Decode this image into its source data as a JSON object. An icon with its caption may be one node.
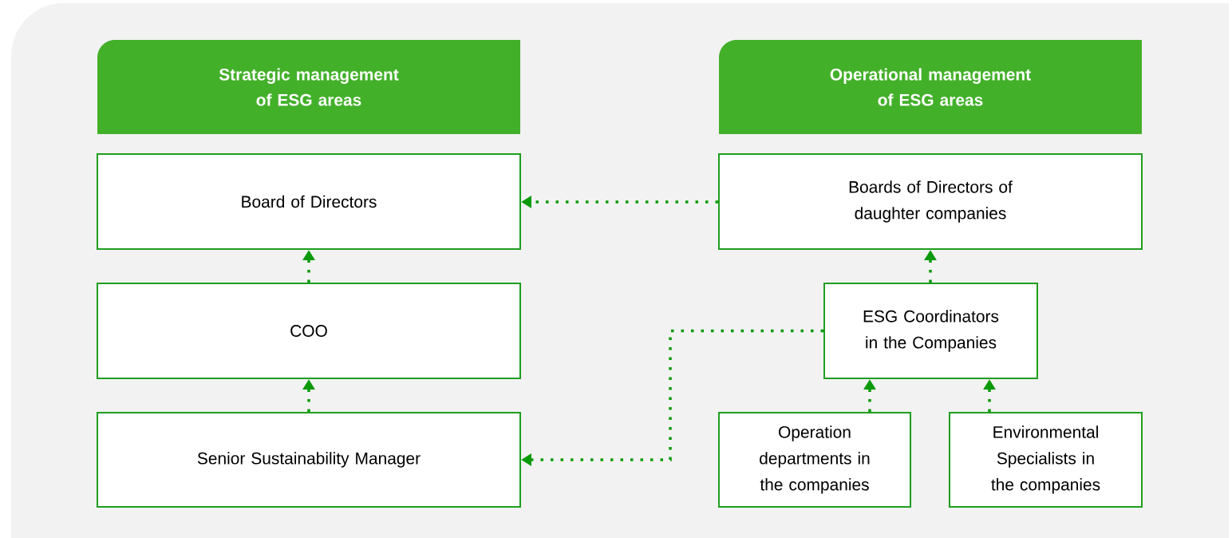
{
  "diagram": {
    "nodes": [
      {
        "text": [
          "Strategic management of ESG areas"
        ]
      },
      {
        "text": [
          "Board of Directors"
        ]
      },
      {
        "text": [
          "COO"
        ]
      },
      {
        "text": [
          "Senior Sustainability Manager"
        ]
      },
      {
        "text": [
          "Operational management of ESG areas"
        ]
      },
      {
        "text": [
          "Boards of Directors of daughter companies"
        ]
      },
      {
        "text": [
          "ESG Coordinators in the Companies"
        ]
      },
      {
        "text": [
          "Operation departments in the companies"
        ]
      },
      {
        "text": [
          "Environmental Specialists in the companies"
        ]
      }
    ],
    "edges": [
      {
        "from": 2,
        "to": 1,
        "arrow": "to"
      },
      {
        "from": 3,
        "to": 2,
        "arrow": "to"
      },
      {
        "from": 5,
        "to": 1,
        "arrow": "to"
      },
      {
        "from": 6,
        "to": 5,
        "arrow": "to"
      },
      {
        "from": 7,
        "to": 6,
        "arrow": "to"
      },
      {
        "from": 8,
        "to": 6,
        "arrow": "to"
      },
      {
        "from": 6,
        "to": 3,
        "arrow": "to"
      }
    ]
  }
}
